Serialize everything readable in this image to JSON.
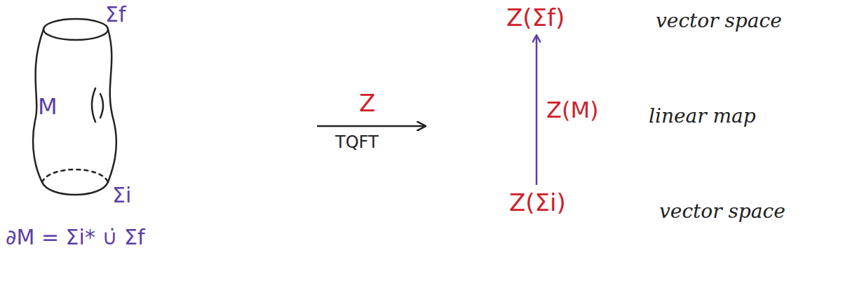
{
  "diagram": {
    "nodes": [
      {
        "text": [
          "M"
        ]
      },
      {
        "text": [
          "Z(Σf)"
        ]
      },
      {
        "text": [
          "Z(Σi)"
        ]
      }
    ],
    "edges": [
      {
        "from": 2,
        "to": 1,
        "arrow": "to",
        "label": "Z(M)"
      }
    ],
    "labels": [
      "Σf",
      "Σi",
      "∂M = Σi* ∪̇ Σf",
      "Z",
      "TQFT",
      "vector space",
      "linear map",
      "vector space"
    ]
  }
}
